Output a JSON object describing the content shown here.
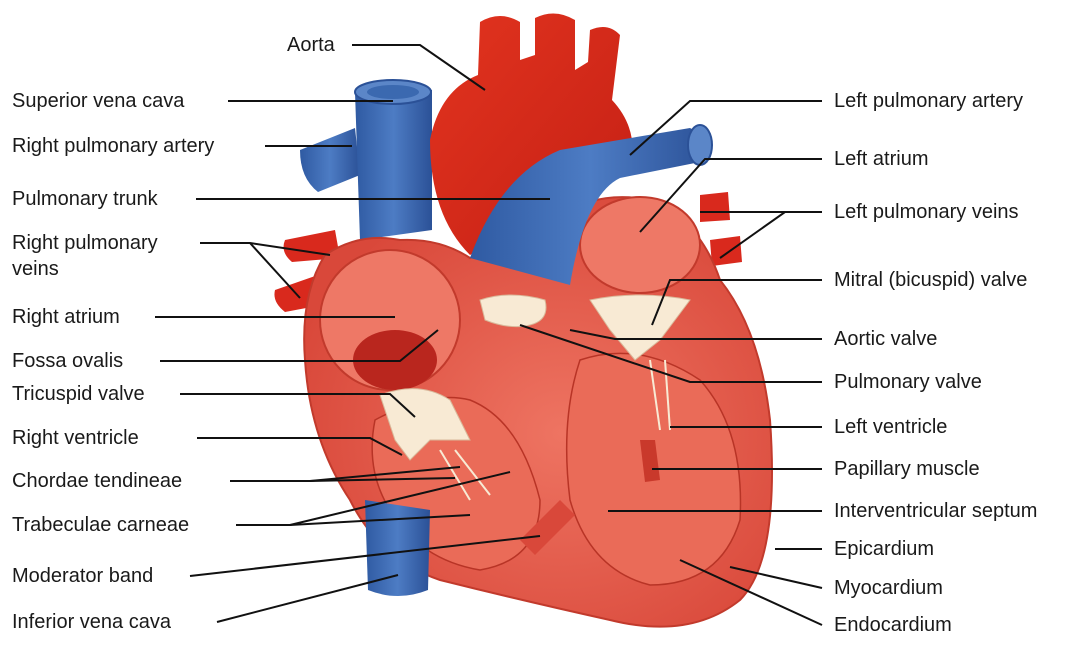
{
  "colors": {
    "aorta_red": "#d9291d",
    "vein_blue": "#3d6bb3",
    "muscle_red": "#e6604e",
    "tissue_light": "#f07f6c",
    "valve_cream": "#f8ead4",
    "line_black": "#111111"
  },
  "labels": {
    "aorta": "Aorta",
    "superior_vena_cava": "Superior vena cava",
    "right_pulmonary_artery": "Right pulmonary artery",
    "pulmonary_trunk": "Pulmonary trunk",
    "right_pulmonary_veins_line1": "Right pulmonary",
    "right_pulmonary_veins_line2": "veins",
    "right_atrium": "Right atrium",
    "fossa_ovalis": "Fossa ovalis",
    "tricuspid_valve": "Tricuspid valve",
    "right_ventricle": "Right ventricle",
    "chordae_tendineae": "Chordae tendineae",
    "trabeculae_carneae": "Trabeculae carneae",
    "moderator_band": "Moderator band",
    "inferior_vena_cava": "Inferior vena cava",
    "left_pulmonary_artery": "Left pulmonary artery",
    "left_atrium": "Left atrium",
    "left_pulmonary_veins": "Left pulmonary veins",
    "mitral_valve": "Mitral (bicuspid) valve",
    "aortic_valve": "Aortic valve",
    "pulmonary_valve": "Pulmonary valve",
    "left_ventricle": "Left ventricle",
    "papillary_muscle": "Papillary muscle",
    "interventricular_septum": "Interventricular septum",
    "epicardium": "Epicardium",
    "myocardium": "Myocardium",
    "endocardium": "Endocardium"
  }
}
